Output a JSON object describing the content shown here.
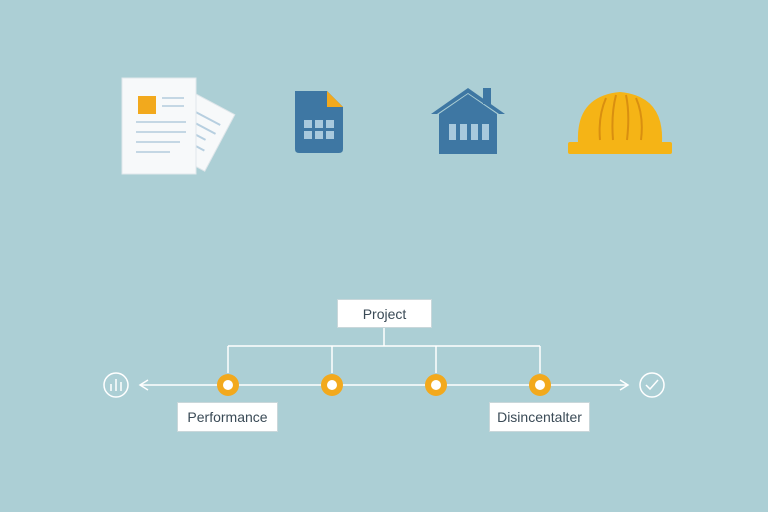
{
  "diagram": {
    "root_label": "Project",
    "left_label": "Performance",
    "right_label": "Disincentalter",
    "milestone_count": 4
  },
  "icons": {
    "documents": "documents-icon",
    "spreadsheet": "spreadsheet-file-icon",
    "house": "house-icon",
    "hardhat": "hardhat-icon",
    "start": "bar-chart-circle-icon",
    "end": "checkmark-circle-icon"
  },
  "colors": {
    "background": "#accfd5",
    "line": "#ffffff",
    "milestone": "#f2a91d",
    "blue": "#3e77a3",
    "yellow": "#f5b416",
    "paper": "#f7f9fa"
  }
}
